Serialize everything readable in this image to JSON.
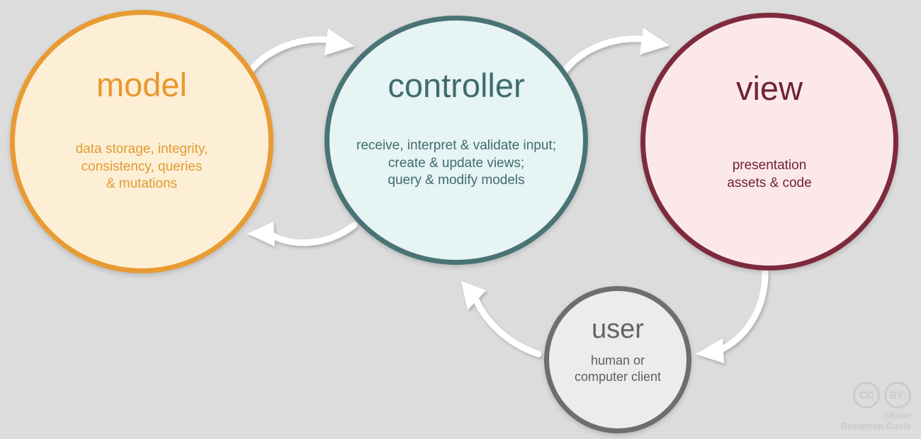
{
  "diagram": {
    "background_color": "#dcdcdc",
    "arrow_color": "#ffffff",
    "nodes": [
      {
        "id": "model",
        "title": "model",
        "desc_lines": [
          "data storage, integrity,",
          "consistency, queries",
          "& mutations"
        ],
        "fill": "#fdefd5",
        "stroke": "#e89b34",
        "text_color": "#e09b33"
      },
      {
        "id": "controller",
        "title": "controller",
        "desc_lines": [
          "receive, interpret & validate input;",
          "create & update views;",
          "query & modify models"
        ],
        "fill": "#e6f4f3",
        "stroke": "#4a7376",
        "text_color": "#3f6b70"
      },
      {
        "id": "view",
        "title": "view",
        "desc_lines": [
          "presentation",
          "assets & code"
        ],
        "fill": "#fce8eb",
        "stroke": "#7d2b3c",
        "text_color": "#6f2233"
      },
      {
        "id": "user",
        "title": "user",
        "desc_lines": [
          "human or",
          "computer client"
        ],
        "fill": "#ececec",
        "stroke": "#6e6e6e",
        "text_color": "#5f5f5f"
      }
    ],
    "arrows": [
      {
        "id": "model-to-controller",
        "from": "model",
        "to": "controller",
        "label": ""
      },
      {
        "id": "controller-to-model",
        "from": "controller",
        "to": "model",
        "label": ""
      },
      {
        "id": "controller-to-view",
        "from": "controller",
        "to": "view",
        "label": ""
      },
      {
        "id": "view-to-user",
        "from": "view",
        "to": "user",
        "label": ""
      },
      {
        "id": "user-to-controller",
        "from": "user",
        "to": "controller",
        "label": ""
      }
    ]
  },
  "attribution": {
    "cc_label": "CC",
    "by_label": "BY:",
    "name_line1": "Shane",
    "name_line2": "Brinkman-Davis"
  }
}
